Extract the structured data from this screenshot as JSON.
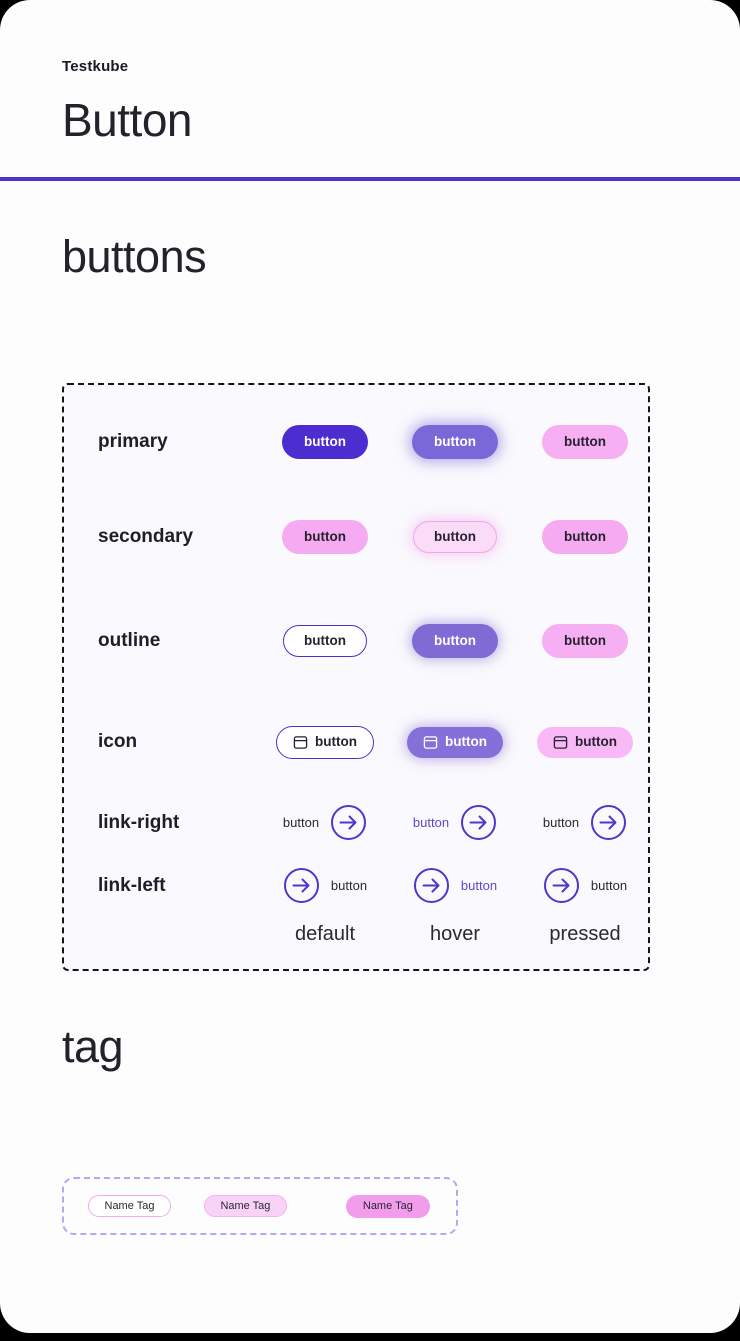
{
  "header": {
    "eyebrow": "Testkube",
    "title": "Button"
  },
  "buttons_section": {
    "heading": "buttons",
    "column_labels": [
      "default",
      "hover",
      "pressed"
    ],
    "rows": [
      {
        "label": "primary",
        "variants": [
          {
            "label": "button"
          },
          {
            "label": "button"
          },
          {
            "label": "button"
          }
        ]
      },
      {
        "label": "secondary",
        "variants": [
          {
            "label": "button"
          },
          {
            "label": "button"
          },
          {
            "label": "button"
          }
        ]
      },
      {
        "label": "outline",
        "variants": [
          {
            "label": "button"
          },
          {
            "label": "button"
          },
          {
            "label": "button"
          }
        ]
      },
      {
        "label": "icon",
        "variants": [
          {
            "label": "button"
          },
          {
            "label": "button"
          },
          {
            "label": "button"
          }
        ]
      },
      {
        "label": "link-right",
        "variants": [
          {
            "label": "button"
          },
          {
            "label": "button"
          },
          {
            "label": "button"
          }
        ]
      },
      {
        "label": "link-left",
        "variants": [
          {
            "label": "button"
          },
          {
            "label": "button"
          },
          {
            "label": "button"
          }
        ]
      }
    ]
  },
  "tag_section": {
    "heading": "tag",
    "tags": [
      {
        "label": "Name Tag"
      },
      {
        "label": "Name Tag"
      },
      {
        "label": "Name Tag"
      }
    ]
  },
  "colors": {
    "accent_indigo": "#4b34c8",
    "primary_default": "#4c2ed0",
    "purple_hover": "#7a68d9",
    "pink": "#f6aaf2",
    "pink_light": "#fadcf9",
    "tag_pink_solid": "#f19deb",
    "text_dark": "#26222e"
  }
}
